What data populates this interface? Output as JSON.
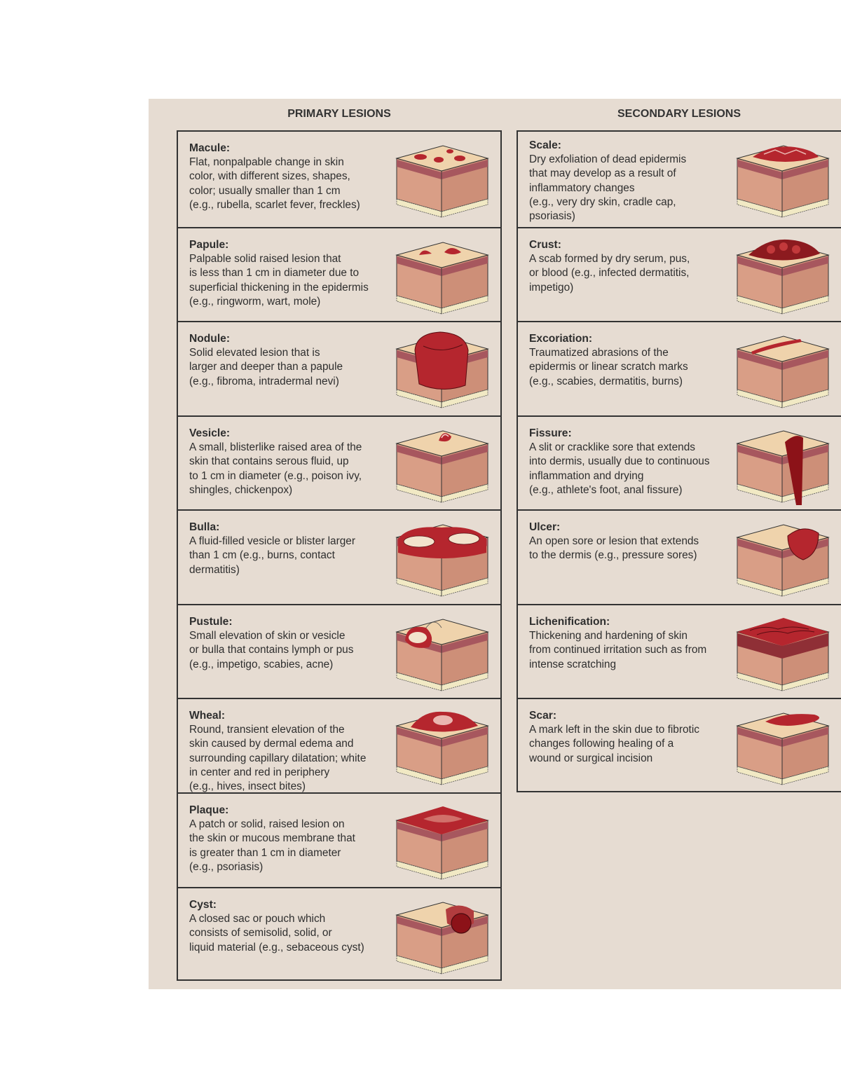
{
  "headers": {
    "primary": "PRIMARY LESIONS",
    "secondary": "SECONDARY LESIONS"
  },
  "primary": [
    {
      "name": "Macule:",
      "desc": "Flat, nonpalpable change in skin\ncolor, with different sizes, shapes,\ncolor; usually smaller than 1 cm\n(e.g., rubella, scarlet fever, freckles)",
      "icon": "macule"
    },
    {
      "name": "Papule:",
      "desc": "Palpable solid raised lesion that\nis less than 1 cm in diameter due to\nsuperficial thickening in the epidermis\n(e.g., ringworm, wart, mole)",
      "icon": "papule"
    },
    {
      "name": "Nodule:",
      "desc": "Solid elevated lesion that is\nlarger and deeper than a papule\n(e.g., fibroma, intradermal nevi)",
      "icon": "nodule"
    },
    {
      "name": "Vesicle:",
      "desc": "A small, blisterlike raised area of the\nskin that contains serous fluid, up\nto 1 cm in diameter (e.g., poison ivy,\nshingles, chickenpox)",
      "icon": "vesicle"
    },
    {
      "name": "Bulla:",
      "desc": "A fluid-filled vesicle or blister larger\nthan 1 cm (e.g., burns, contact\ndermatitis)",
      "icon": "bulla"
    },
    {
      "name": "Pustule:",
      "desc": "Small elevation of skin or vesicle\nor bulla that contains lymph or pus\n(e.g., impetigo, scabies, acne)",
      "icon": "pustule"
    },
    {
      "name": "Wheal:",
      "desc": "Round, transient elevation of the\nskin caused by dermal edema and\nsurrounding capillary dilatation; white\nin center and red in periphery\n(e.g., hives, insect bites)",
      "icon": "wheal"
    },
    {
      "name": "Plaque:",
      "desc": "A patch or solid, raised lesion on\nthe skin or mucous membrane that\nis greater than 1 cm in diameter\n(e.g., psoriasis)",
      "icon": "plaque"
    },
    {
      "name": "Cyst:",
      "desc": "A closed sac or pouch which\nconsists of semisolid, solid, or\nliquid material (e.g., sebaceous cyst)",
      "icon": "cyst"
    }
  ],
  "secondary": [
    {
      "name": "Scale:",
      "desc": "Dry exfoliation of dead epidermis\nthat may develop as a result of\ninflammatory changes\n(e.g., very dry skin, cradle cap,\npsoriasis)",
      "icon": "scale"
    },
    {
      "name": "Crust:",
      "desc": "A scab formed by dry serum, pus,\nor blood (e.g., infected dermatitis,\nimpetigo)",
      "icon": "crust"
    },
    {
      "name": "Excoriation:",
      "desc": "Traumatized abrasions of the\nepidermis or linear scratch marks\n(e.g., scabies, dermatitis, burns)",
      "icon": "excoriation"
    },
    {
      "name": "Fissure:",
      "desc": "A slit or cracklike sore that extends\ninto dermis, usually due to continuous\ninflammation and drying\n(e.g., athlete's foot, anal fissure)",
      "icon": "fissure"
    },
    {
      "name": "Ulcer:",
      "desc": "An open sore or lesion that extends\nto the dermis (e.g., pressure sores)",
      "icon": "ulcer"
    },
    {
      "name": "Lichenification:",
      "desc": "Thickening and hardening of skin\nfrom continued irritation such as from\nintense scratching",
      "icon": "lichenification"
    },
    {
      "name": "Scar:",
      "desc": "A mark left in the skin due to fibrotic\nchanges following healing of a\nwound or surgical incision",
      "icon": "scar"
    }
  ],
  "colors": {
    "background": "#e6dcd2",
    "skin_top": "#efd3ac",
    "dermis": "#d99e86",
    "epidermis_band": "#a7575e",
    "fat": "#f1e9c4",
    "lesion": "#b5262e"
  }
}
